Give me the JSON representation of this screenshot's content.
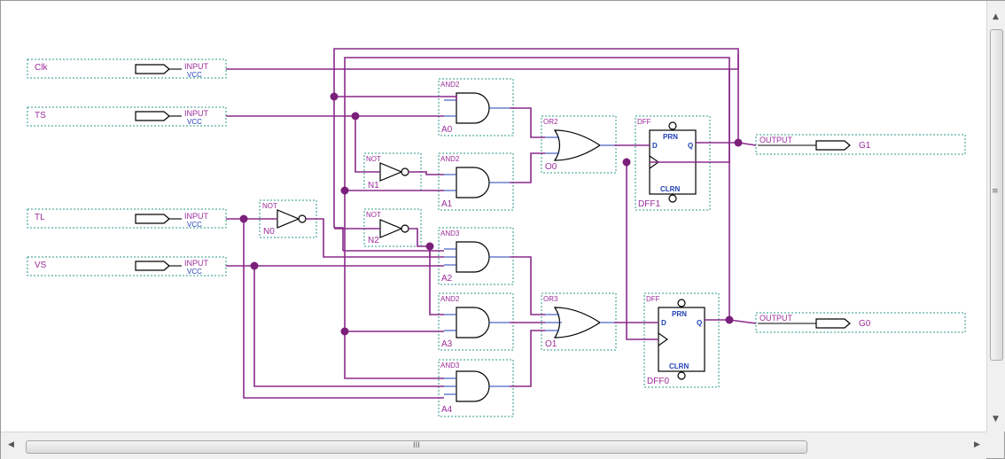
{
  "inputs": [
    {
      "name": "Clk",
      "type": "INPUT",
      "sub": "VCC"
    },
    {
      "name": "TS",
      "type": "INPUT",
      "sub": "VCC"
    },
    {
      "name": "TL",
      "type": "INPUT",
      "sub": "VCC"
    },
    {
      "name": "VS",
      "type": "INPUT",
      "sub": "VCC"
    }
  ],
  "outputs": [
    {
      "name": "G1",
      "type": "OUTPUT"
    },
    {
      "name": "G0",
      "type": "OUTPUT"
    }
  ],
  "gates": {
    "and_a0": {
      "type": "AND2",
      "inst": "A0"
    },
    "and_a1": {
      "type": "AND2",
      "inst": "A1"
    },
    "and_a2": {
      "type": "AND3",
      "inst": "A2"
    },
    "and_a3": {
      "type": "AND2",
      "inst": "A3"
    },
    "and_a4": {
      "type": "AND3",
      "inst": "A4"
    },
    "or_o0": {
      "type": "OR2",
      "inst": "O0"
    },
    "or_o1": {
      "type": "OR3",
      "inst": "O1"
    },
    "not_n0": {
      "type": "NOT",
      "inst": "N0"
    },
    "not_n1": {
      "type": "NOT",
      "inst": "N1"
    },
    "not_n2": {
      "type": "NOT",
      "inst": "N2"
    },
    "dff1": {
      "type": "DFF",
      "inst": "DFF1",
      "pins": {
        "d": "D",
        "q": "Q",
        "prn": "PRN",
        "clrn": "CLRN"
      }
    },
    "dff0": {
      "type": "DFF",
      "inst": "DFF0",
      "pins": {
        "d": "D",
        "q": "Q",
        "prn": "PRN",
        "clrn": "CLRN"
      }
    }
  },
  "scrollbar": {
    "grip": "III"
  },
  "colors": {
    "wire": "#8a2a8a",
    "label": "#9b2b9b",
    "pin": "#1f3fb4",
    "box": "#2a9a8a"
  }
}
